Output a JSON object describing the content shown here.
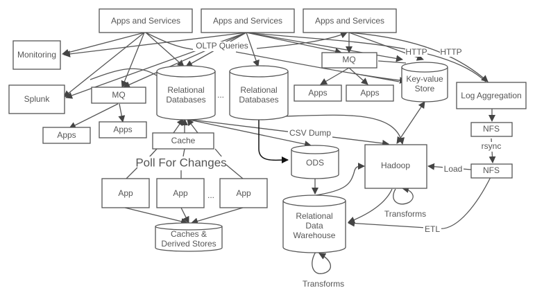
{
  "nodes": {
    "apps_services_1": "Apps and Services",
    "apps_services_2": "Apps and Services",
    "apps_services_3": "Apps and Services",
    "monitoring": "Monitoring",
    "splunk": "Splunk",
    "mq_left": "MQ",
    "mq_right": "MQ",
    "apps_left_1": "Apps",
    "apps_left_2": "Apps",
    "apps_right_1": "Apps",
    "apps_right_2": "Apps",
    "relational_db_1": [
      "Relational",
      "Databases"
    ],
    "relational_db_2": [
      "Relational",
      "Databases"
    ],
    "db_ellipsis": "...",
    "key_value_store": [
      "Key-value",
      "Store"
    ],
    "log_aggregation": "Log Aggregation",
    "cache": "Cache",
    "app_1": "App",
    "app_2": "App",
    "app_3": "App",
    "app_ellipsis": "...",
    "caches_derived": [
      "Caches &",
      "Derived Stores"
    ],
    "ods": "ODS",
    "hadoop": "Hadoop",
    "nfs_1": "NFS",
    "nfs_2": "NFS",
    "data_warehouse": [
      "Relational",
      "Data",
      "Warehouse"
    ]
  },
  "edge_labels": {
    "oltp_queries": "OLTP Queries",
    "http_1": "HTTP",
    "http_2": "HTTP",
    "csv_dump": "CSV Dump",
    "poll_for_changes": "Poll For Changes",
    "rsync": "rsync",
    "load": "Load",
    "etl": "ETL",
    "transforms_hadoop": "Transforms",
    "transforms_warehouse": "Transforms"
  }
}
